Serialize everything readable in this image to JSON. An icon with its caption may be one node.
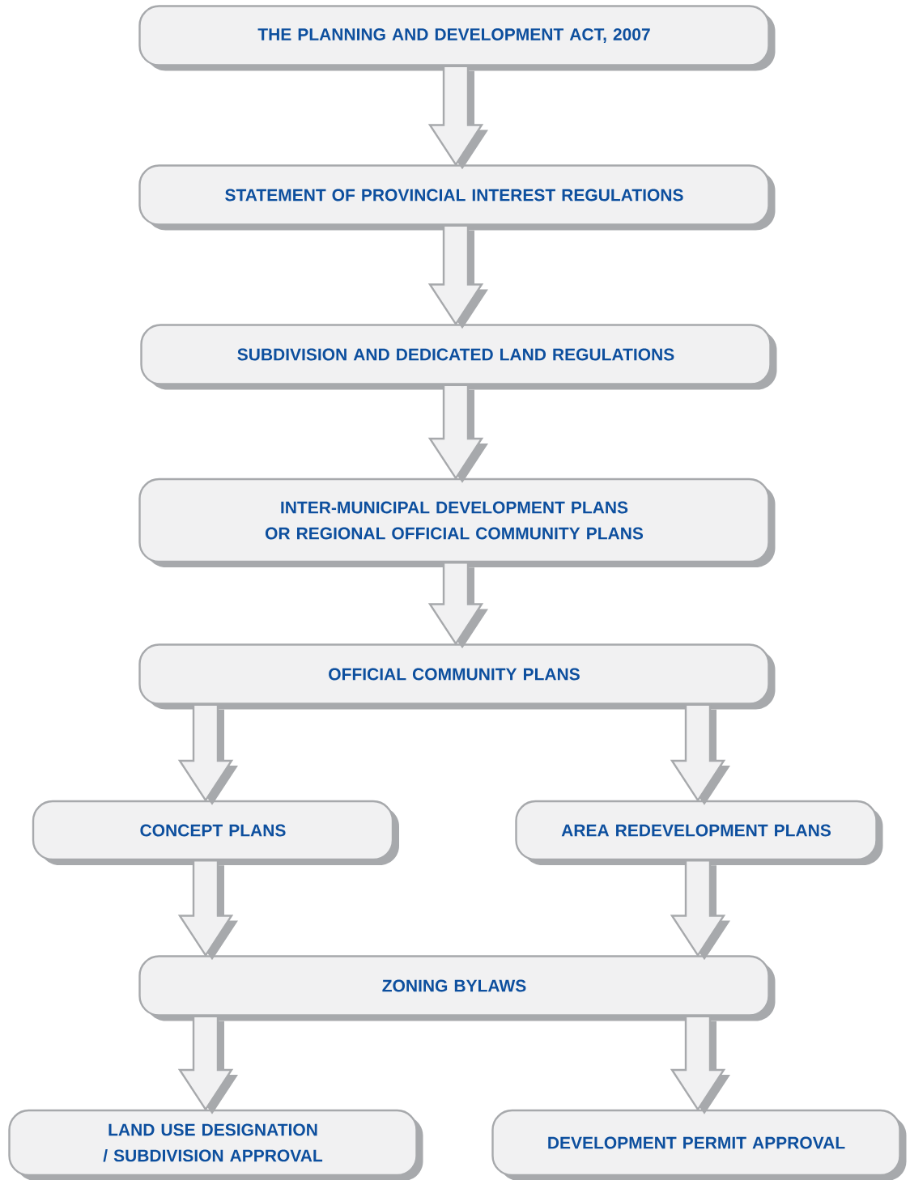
{
  "diagram": {
    "nodes": [
      {
        "text": [
          "THE PLANNING AND DEVELOPMENT ACT, 2007"
        ]
      },
      {
        "text": [
          "STATEMENT OF PROVINCIAL INTEREST REGULATIONS"
        ]
      },
      {
        "text": [
          "SUBDIVISION AND DEDICATED LAND REGULATIONS"
        ]
      },
      {
        "text": [
          "INTER-MUNICIPAL DEVELOPMENT PLANS OR REGIONAL OFFICIAL COMMUNITY PLANS"
        ]
      },
      {
        "text": [
          "OFFICIAL COMMUNITY PLANS"
        ]
      },
      {
        "text": [
          "CONCEPT PLANS"
        ]
      },
      {
        "text": [
          "AREA REDEVELOPMENT PLANS"
        ]
      },
      {
        "text": [
          "ZONING BYLAWS"
        ]
      },
      {
        "text": [
          "LAND USE DESIGNATION / SUBDIVISION APPROVAL"
        ]
      },
      {
        "text": [
          "DEVELOPMENT PERMIT APPROVAL"
        ]
      }
    ],
    "edges": [
      {
        "from": 0,
        "to": 1,
        "arrow": "to"
      },
      {
        "from": 1,
        "to": 2,
        "arrow": "to"
      },
      {
        "from": 2,
        "to": 3,
        "arrow": "to"
      },
      {
        "from": 3,
        "to": 4,
        "arrow": "to"
      },
      {
        "from": 4,
        "to": 5,
        "arrow": "to"
      },
      {
        "from": 4,
        "to": 6,
        "arrow": "to"
      },
      {
        "from": 5,
        "to": 7,
        "arrow": "to"
      },
      {
        "from": 6,
        "to": 7,
        "arrow": "to"
      },
      {
        "from": 7,
        "to": 8,
        "arrow": "to"
      },
      {
        "from": 7,
        "to": 9,
        "arrow": "to"
      }
    ]
  }
}
